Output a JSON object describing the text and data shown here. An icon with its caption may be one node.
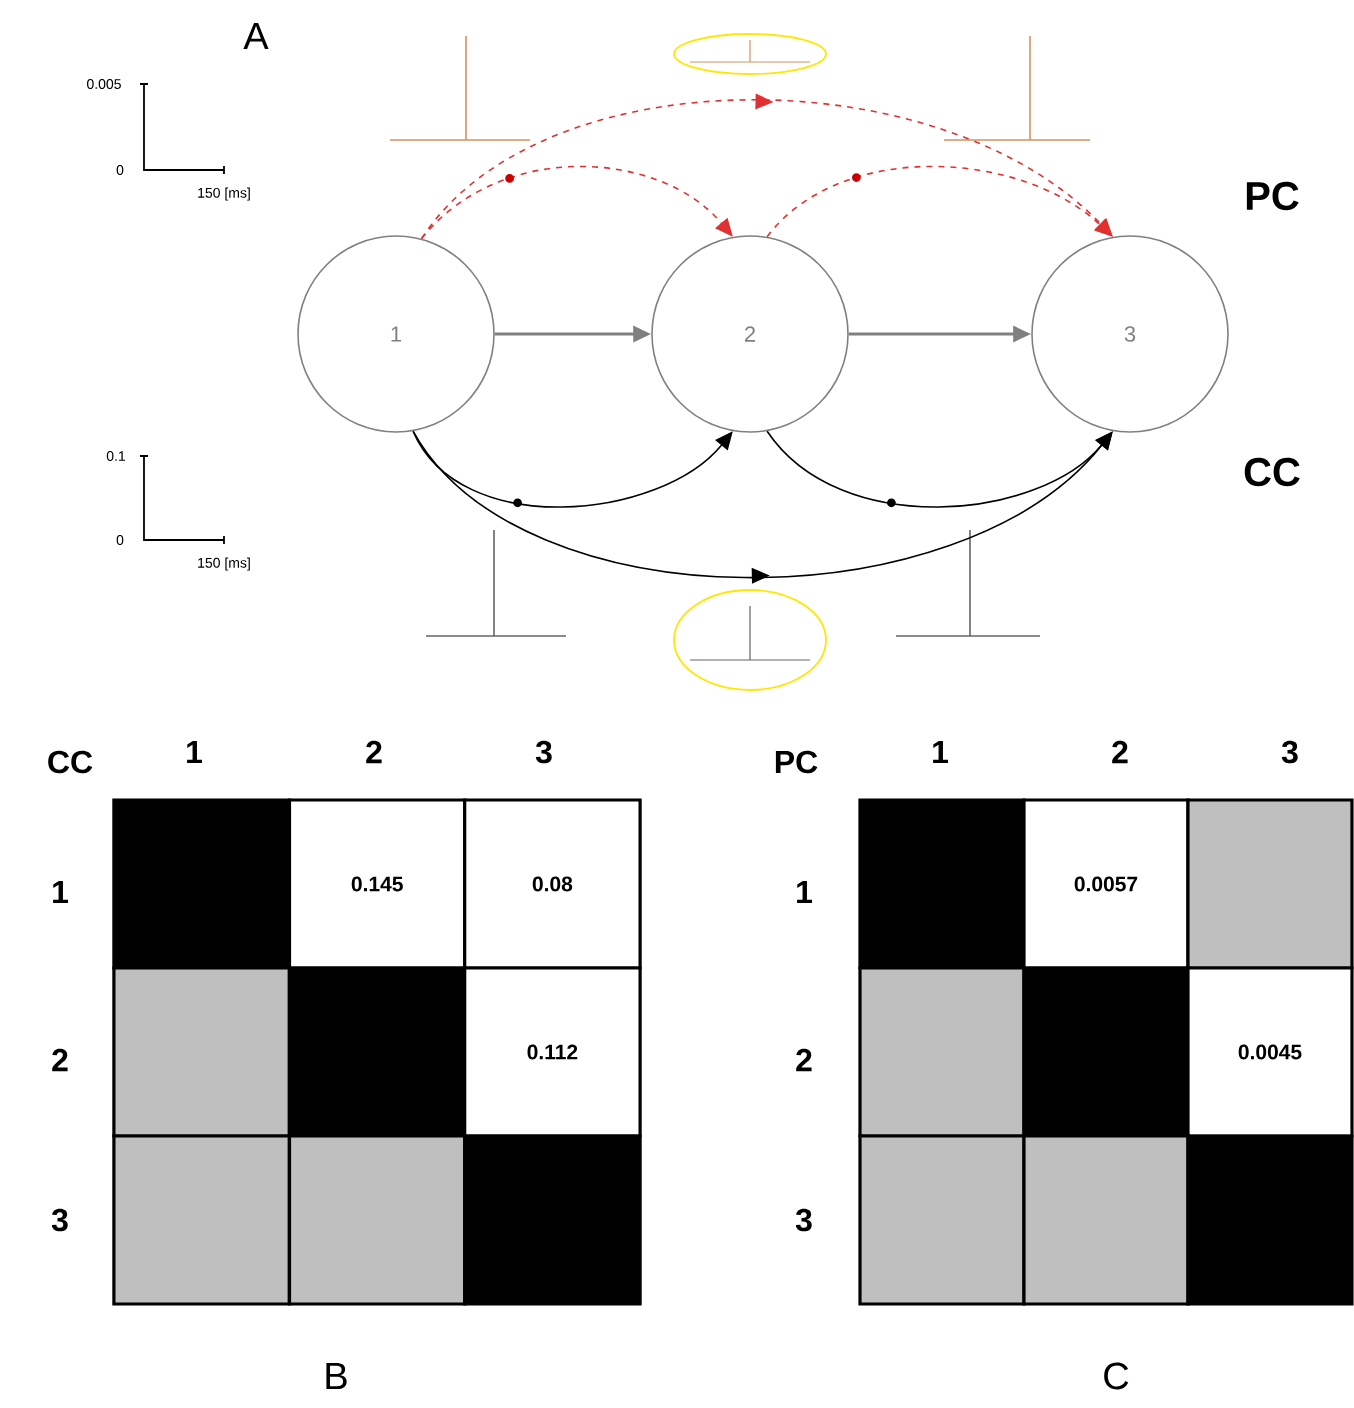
{
  "diagram": {
    "nodes": [
      {
        "text": [
          "1"
        ]
      },
      {
        "text": [
          "2"
        ]
      },
      {
        "text": [
          "3"
        ]
      }
    ],
    "edges": [
      {
        "from": 0,
        "to": 1,
        "arrow": "to",
        "color": "#808080"
      },
      {
        "from": 1,
        "to": 2,
        "arrow": "to",
        "color": "#808080"
      },
      {
        "from": 0,
        "to": 1,
        "arrow": "to",
        "style": "dashed",
        "color": "#e03030"
      },
      {
        "from": 1,
        "to": 2,
        "arrow": "to",
        "style": "dashed",
        "color": "#e03030"
      },
      {
        "from": 0,
        "to": 2,
        "arrow": "to",
        "style": "dashed",
        "color": "#e03030"
      },
      {
        "from": 0,
        "to": 1,
        "arrow": "to",
        "color": "#000000"
      },
      {
        "from": 1,
        "to": 2,
        "arrow": "to",
        "color": "#000000"
      },
      {
        "from": 0,
        "to": 2,
        "arrow": "to",
        "color": "#000000"
      }
    ],
    "labels": [
      "A",
      "0.005",
      "0",
      "150 [ms]",
      "PC",
      "0.1",
      "0",
      "150 [ms]",
      "CC",
      "CC",
      "1",
      "2",
      "3",
      "1",
      "0.145",
      "0.08",
      "2",
      "0.112",
      "3",
      "PC",
      "1",
      "2",
      "3",
      "1",
      "0.0057",
      "2",
      "0.0045",
      "3",
      "B",
      "C"
    ]
  }
}
